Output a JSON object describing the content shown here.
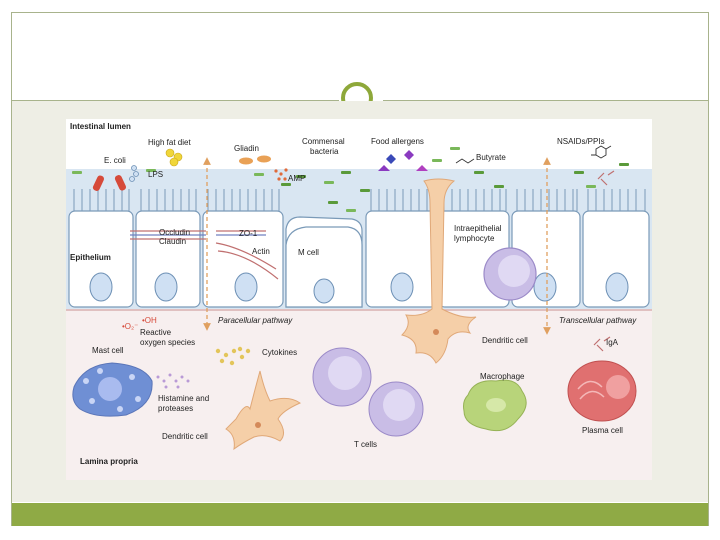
{
  "slide": {
    "colors": {
      "accent": "#8faa45",
      "frame": "#a8b38c",
      "content_bg": "#eeeee5"
    }
  },
  "figure": {
    "lumen_label": "Intestinal lumen",
    "epithelium_label": "Epithelium",
    "lamina_label": "Lamina propria",
    "ecoli": "E. coli",
    "high_fat_diet": "High fat diet",
    "lps": "LPS",
    "gliadin": "Gliadin",
    "commensal": "Commensal",
    "bacteria": "bacteria",
    "amp": "AMP",
    "food_allergens": "Food allergens",
    "butyrate": "Butyrate",
    "nsaids": "NSAIDs/PPIs",
    "occludin": "Occludin",
    "claudin": "Claudin",
    "zo1": "ZO-1",
    "actin": "Actin",
    "m_cell": "M cell",
    "intraepithelial": "Intraepithelial",
    "lymphocyte": "lymphocyte",
    "ros_o2": "•O₂⁻",
    "ros_oh": "•OH",
    "reactive": "Reactive",
    "oxygen_species": "oxygen species",
    "paracellular": "Paracellular pathway",
    "transcellular": "Transcellular pathway",
    "mast_cell": "Mast cell",
    "cytokines": "Cytokines",
    "histamine": "Histamine and",
    "proteases": "proteases",
    "dendritic_cell": "Dendritic cell",
    "t_cells": "T cells",
    "macrophage": "Macrophage",
    "iga": "IgA",
    "plasma_cell": "Plasma cell"
  }
}
